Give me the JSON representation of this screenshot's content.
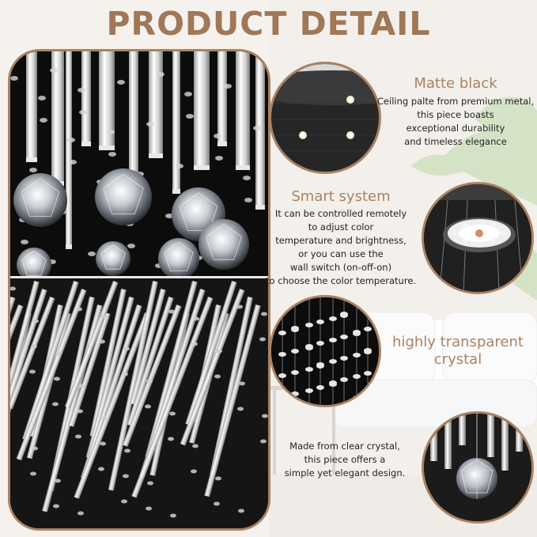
{
  "title": "PRODUCT DETAIL",
  "features": [
    {
      "heading": "Matte black",
      "lines": [
        "Ceiling palte from premium metal,",
        "this piece boasts",
        "exceptional durability",
        "and timeless elegance"
      ]
    },
    {
      "heading": "Smart system",
      "lines": [
        "It can be controlled remotely",
        "to adjust color",
        "temperature and brightness,",
        "or you can use the",
        "wall switch (on-off-on)",
        "to choose the color temperature."
      ]
    },
    {
      "heading_lines": [
        "highly transparent",
        "crystal"
      ],
      "lines": []
    },
    {
      "heading": "",
      "lines": [
        "Made from clear crystal,",
        "this piece offers a",
        "simple yet elegant design."
      ]
    }
  ],
  "colors": {
    "accent": "#a98263",
    "title": "#a07757",
    "text": "#222222",
    "background": "#f6f3ef"
  },
  "icons": [
    "ceiling-plate-photo",
    "led-module-photo",
    "hanging-crystals-photo",
    "crystal-ball-photo",
    "chandelier-closeup-photo"
  ]
}
